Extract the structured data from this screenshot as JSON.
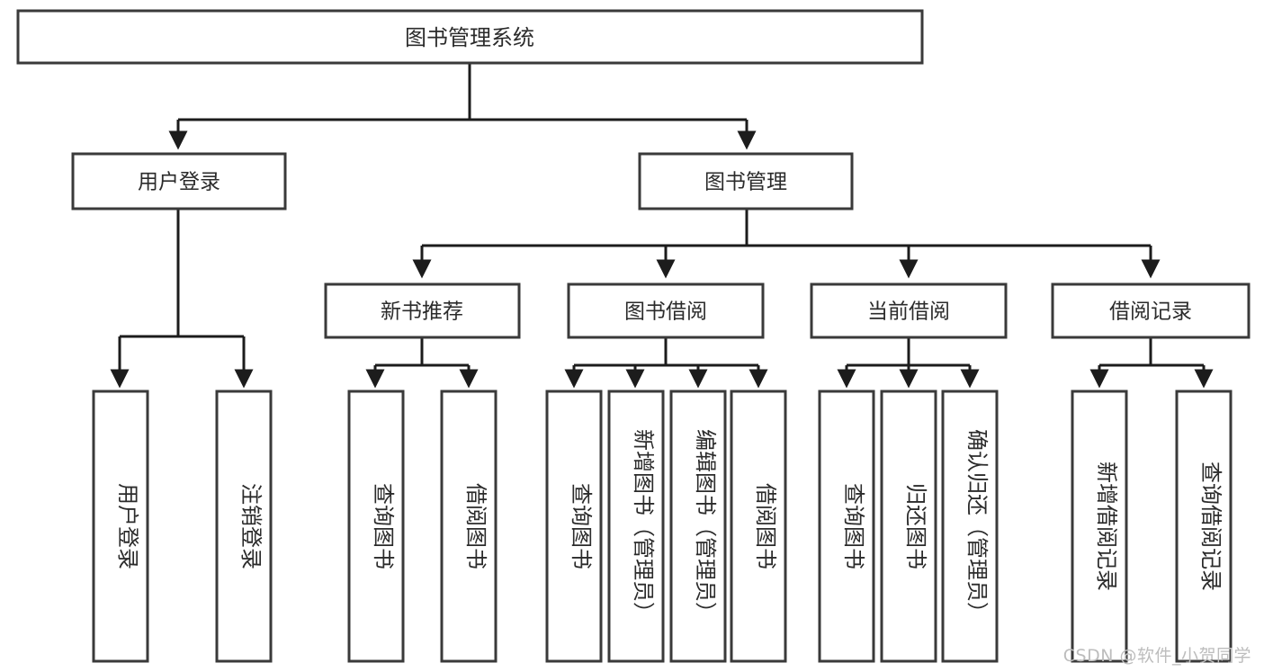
{
  "diagram": {
    "type": "tree-hierarchy",
    "title": "图书管理系统",
    "watermark": "CSDN @软件_小贺同学",
    "colors": {
      "box_stroke": "#3a3a3a",
      "connector": "#1c1c1c",
      "box_fill": "#ffffff",
      "text": "#2b2b2b",
      "watermark": "#bdbdbd",
      "background": "#ffffff"
    },
    "root": {
      "label": "图书管理系统"
    },
    "level2": [
      {
        "label": "用户登录"
      },
      {
        "label": "图书管理"
      }
    ],
    "level3": [
      {
        "label": "新书推荐"
      },
      {
        "label": "图书借阅"
      },
      {
        "label": "当前借阅"
      },
      {
        "label": "借阅记录"
      }
    ],
    "leaves": {
      "user_login": [
        {
          "label": "用户登录"
        },
        {
          "label": "注销登录"
        }
      ],
      "new_book_recommend": [
        {
          "label": "查询图书"
        },
        {
          "label": "借阅图书"
        }
      ],
      "book_borrow": [
        {
          "label": "查询图书"
        },
        {
          "label": "新增图书（管理员）"
        },
        {
          "label": "编辑图书（管理员）"
        },
        {
          "label": "借阅图书"
        }
      ],
      "current_borrow": [
        {
          "label": "查询图书"
        },
        {
          "label": "归还图书"
        },
        {
          "label": "确认归还（管理员）"
        }
      ],
      "borrow_record": [
        {
          "label": "新增借阅记录"
        },
        {
          "label": "查询借阅记录"
        }
      ]
    }
  }
}
